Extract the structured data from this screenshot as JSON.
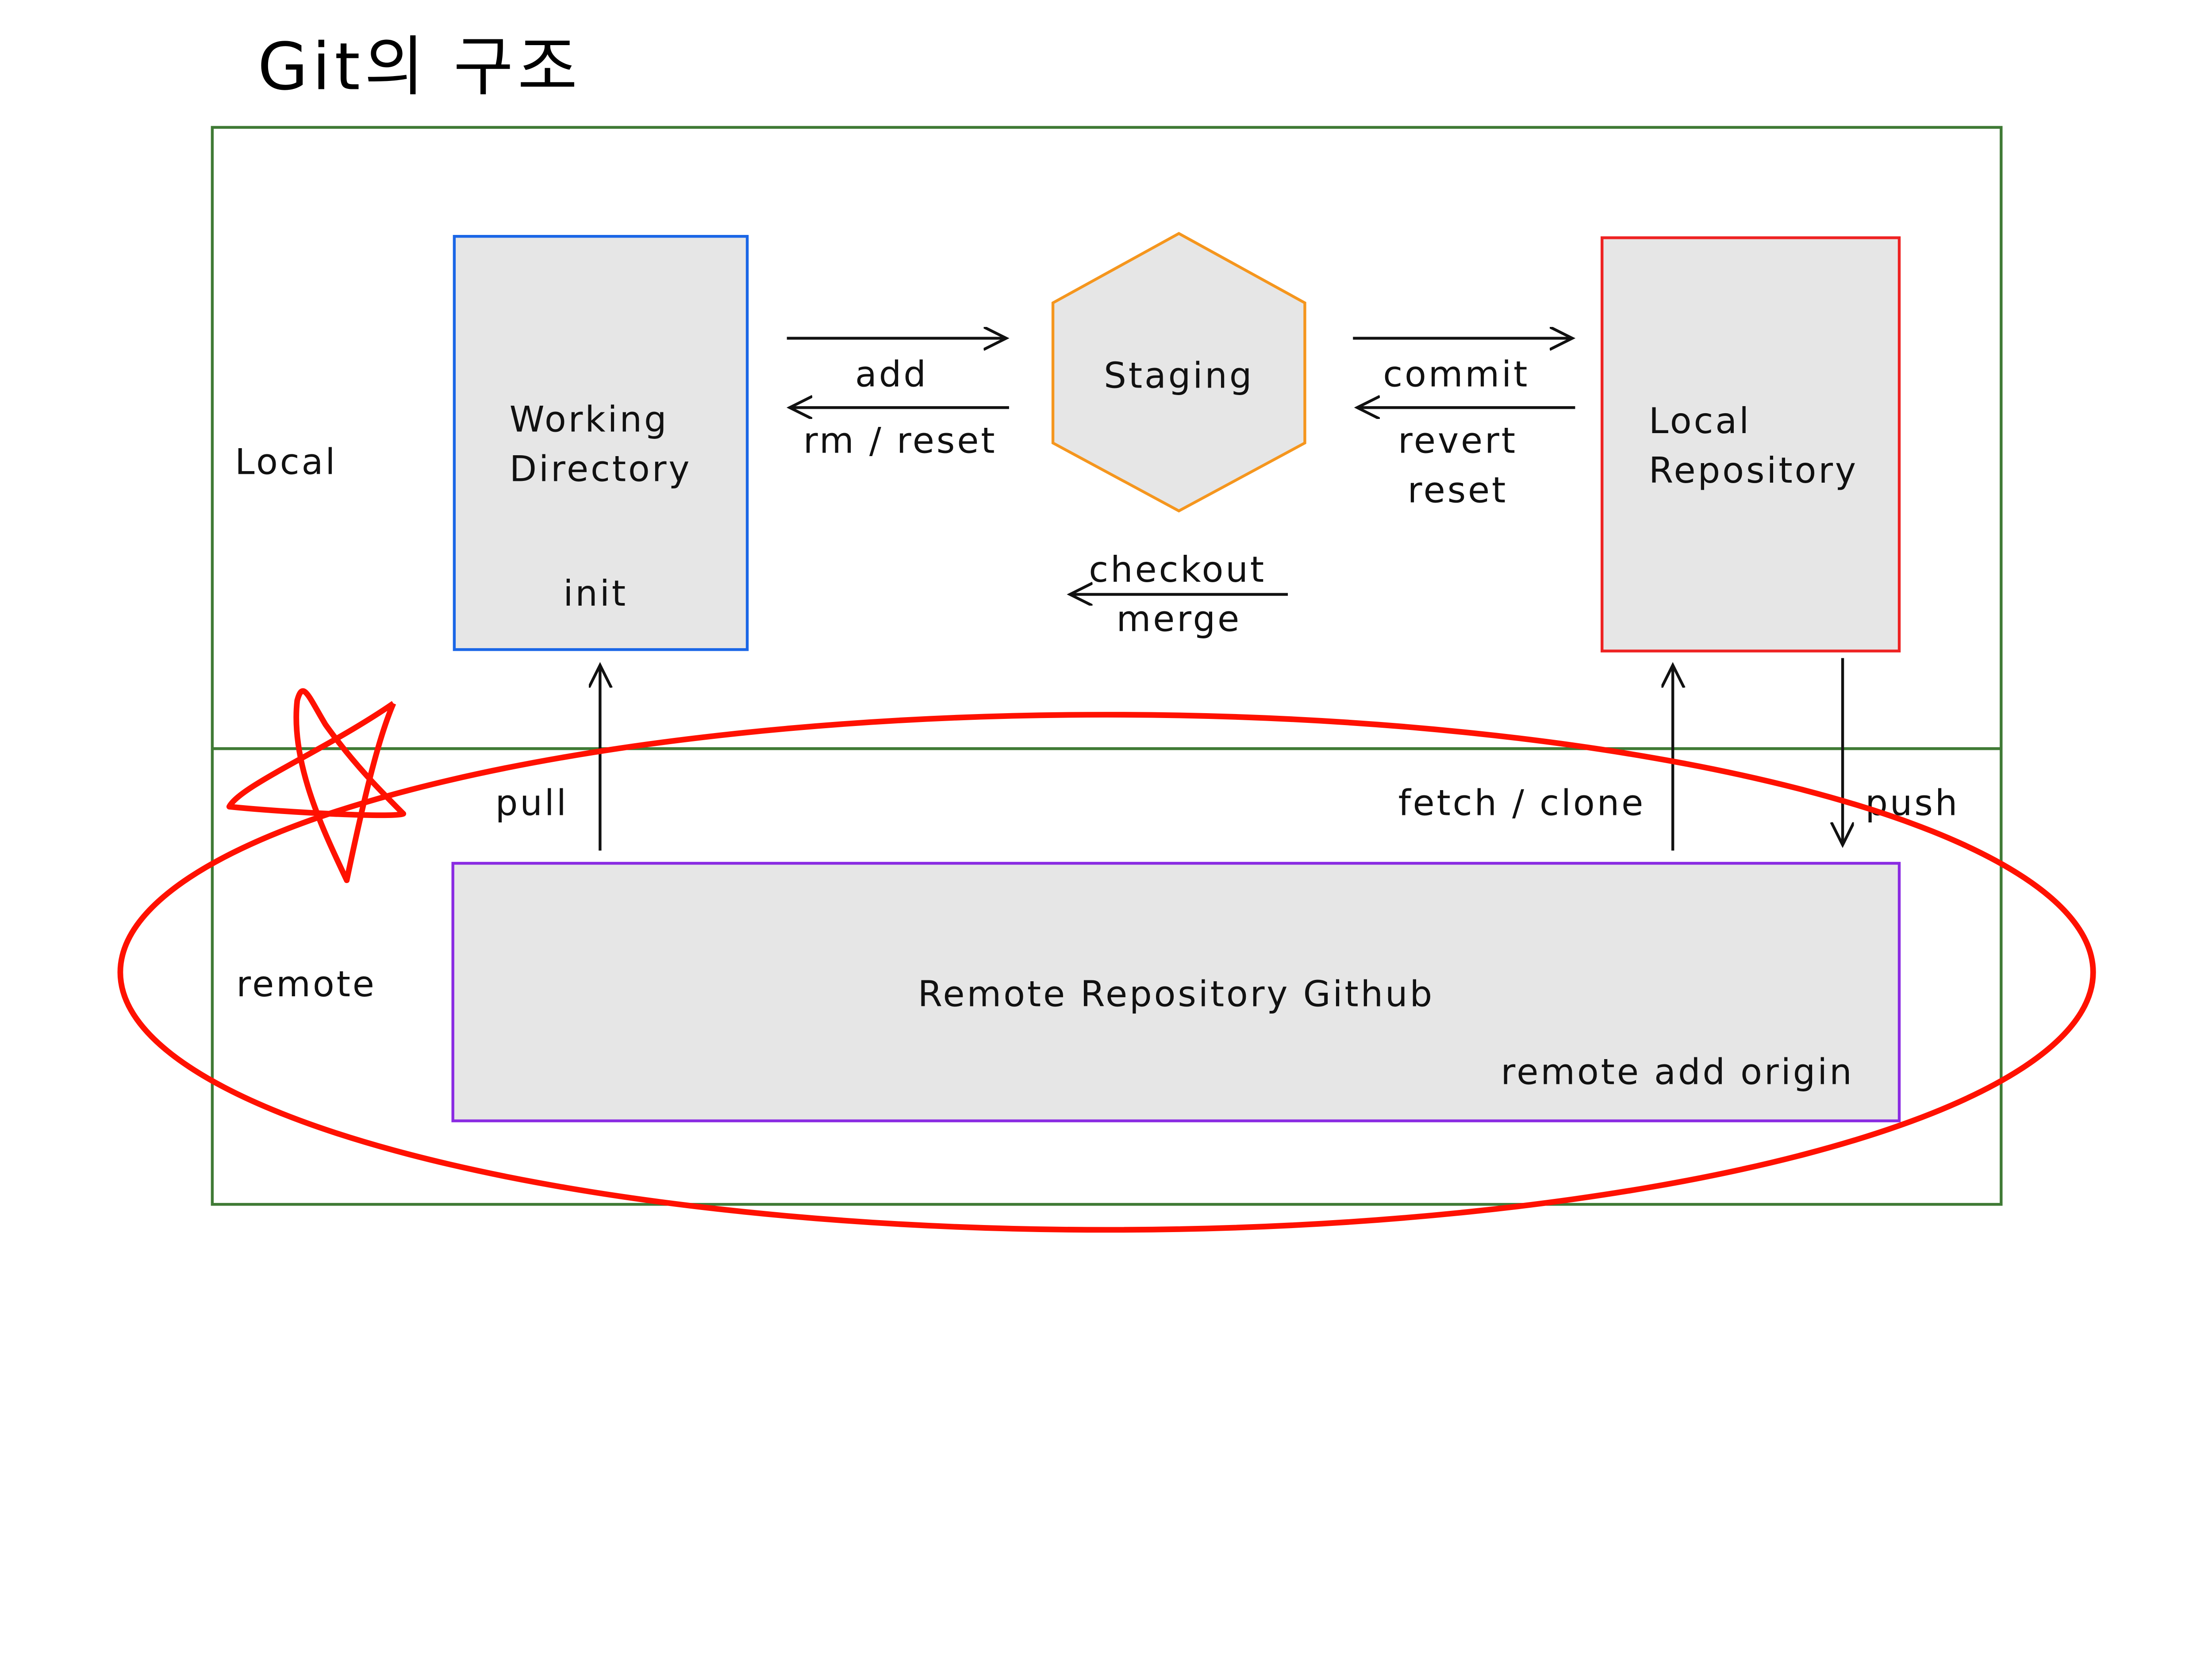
{
  "title": "Git의 구조",
  "zones": {
    "local": "Local",
    "remote": "remote"
  },
  "working_directory": {
    "line1": "Working",
    "line2": "Directory",
    "command": "init"
  },
  "staging": {
    "label": "Staging"
  },
  "local_repository": {
    "line1": "Local",
    "line2": "Repository"
  },
  "remote_repository": {
    "label": "Remote Repository Github",
    "command": "remote add origin"
  },
  "arrows": {
    "add": "add",
    "rm_reset": "rm / reset",
    "commit": "commit",
    "revert": "revert",
    "reset": "reset",
    "checkout": "checkout",
    "merge": "merge",
    "pull": "pull",
    "fetch_clone": "fetch / clone",
    "push": "push"
  },
  "colors": {
    "frame": "#3f7a35",
    "working_directory": "#1a66e6",
    "staging": "#f5961e",
    "local_repository": "#ee2222",
    "remote_repository": "#8a2be2",
    "box_fill": "#e6e6e6",
    "annotation": "#ff1100"
  },
  "annotations": [
    "red-ellipse",
    "red-star"
  ]
}
